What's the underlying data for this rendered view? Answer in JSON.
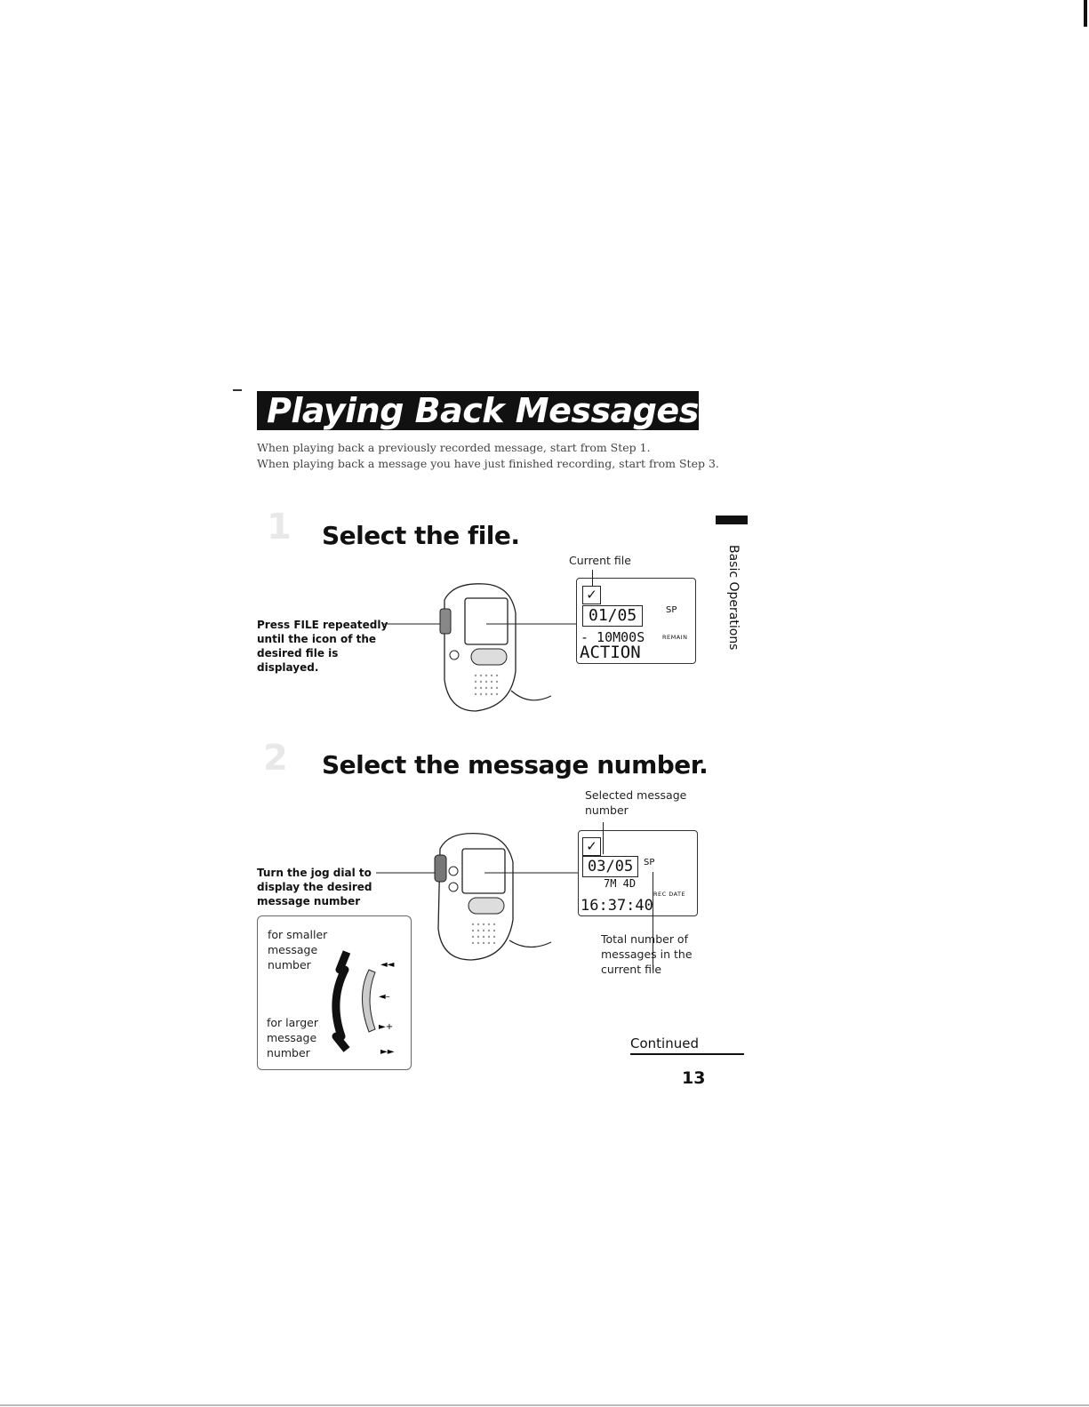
{
  "title": "Playing Back Messages",
  "intro": {
    "line1": "When playing back a previously recorded message, start from Step 1.",
    "line2": "When playing back a message you have just finished recording, start from Step 3."
  },
  "side_tab": "Basic Operations",
  "step1": {
    "heading": "Select the file.",
    "instruction": "Press FILE repeatedly until the icon of the desired file is displayed.",
    "callout": "Current file",
    "display": {
      "line1_digits": "01/05",
      "mode": "SP",
      "line2": "- 10M00S",
      "remain_label": "REMAIN",
      "line3": "ACTION"
    }
  },
  "step2": {
    "heading": "Select the message number.",
    "instruction": "Turn the jog dial to display the desired message number",
    "callout_top": "Selected message number",
    "callout_bottom": "Total number of messages in the current file",
    "display": {
      "line1_digits": "03/05",
      "mode": "SP",
      "line2": "7M 4D",
      "rec_date_label": "REC DATE",
      "line3": "16:37:40"
    },
    "dial_box": {
      "smaller": "for smaller message number",
      "larger": "for larger message number"
    }
  },
  "footer": {
    "continued": "Continued",
    "page_number": "13"
  }
}
